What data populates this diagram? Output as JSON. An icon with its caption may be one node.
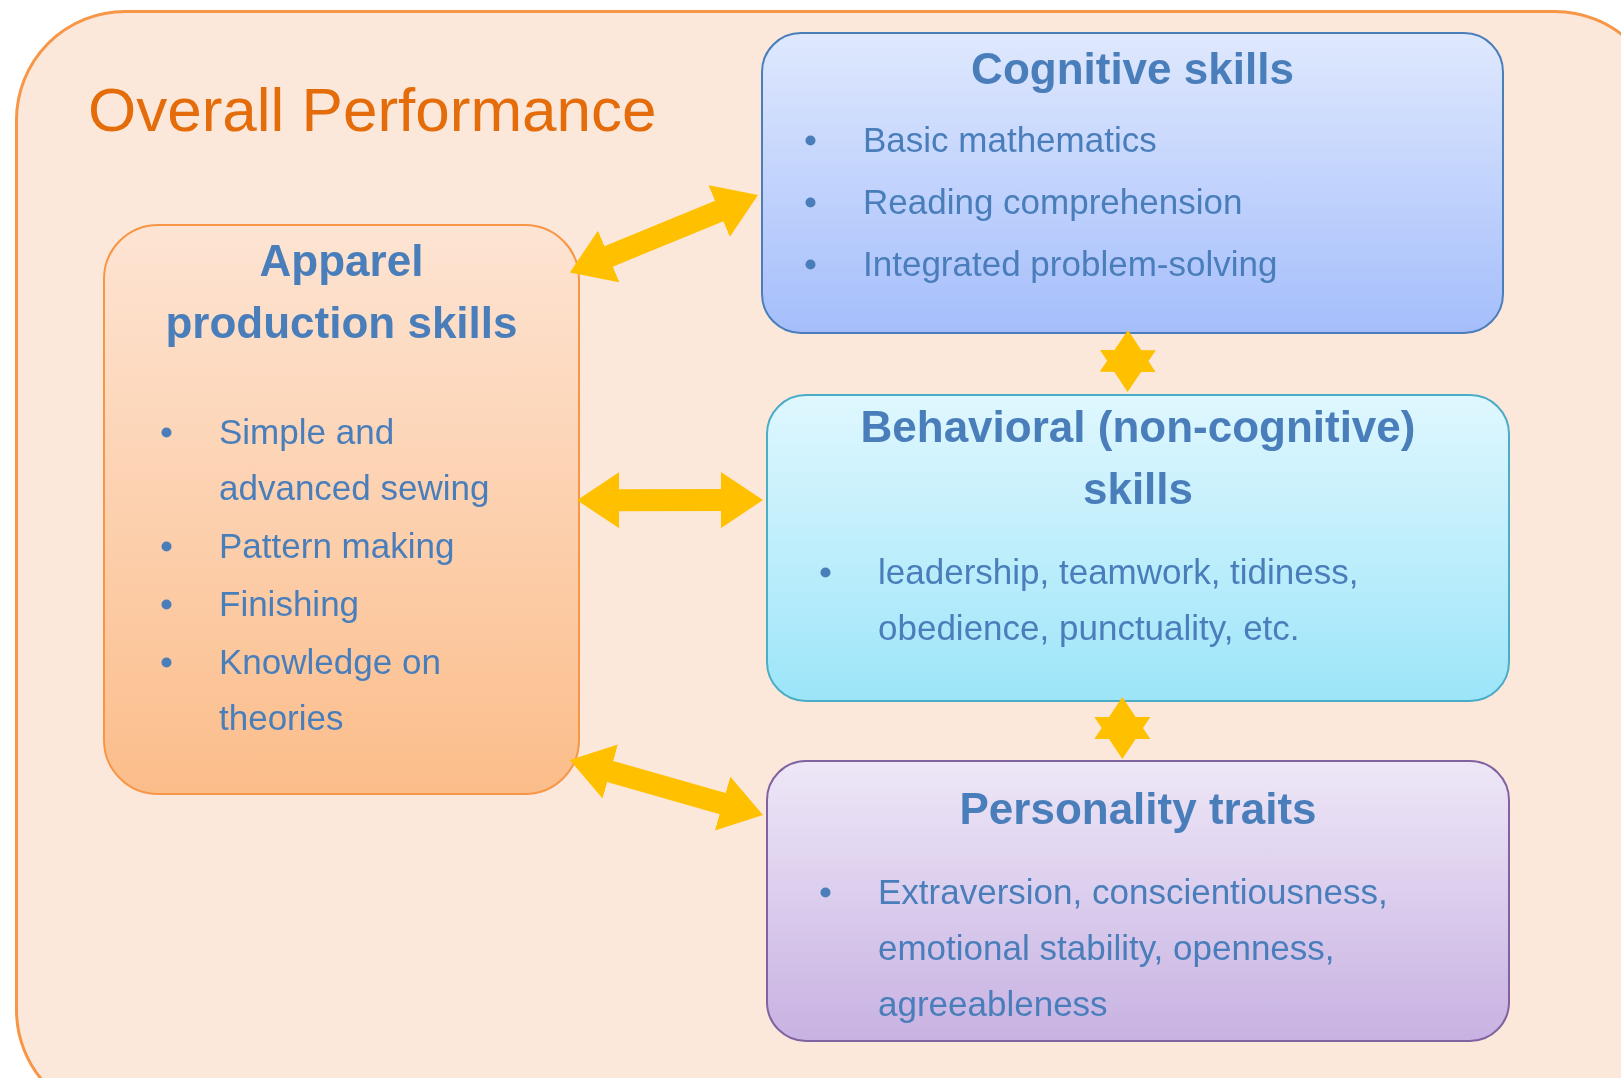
{
  "diagram": {
    "nodes": [
      {
        "text": [
          "Overall Performance"
        ]
      },
      {
        "text": [
          "Cognitive skills",
          "Basic mathematics",
          "Reading comprehension",
          "Integrated problem-solving"
        ],
        "in": 0
      },
      {
        "text": [
          "Apparel production skills",
          "Simple and advanced sewing",
          "Pattern making",
          "Finishing",
          "Knowledge on theories"
        ],
        "in": 0
      },
      {
        "text": [
          "Behavioral (non-cognitive) skills",
          "leadership, teamwork, tidiness, obedience, punctuality, etc."
        ],
        "in": 0
      },
      {
        "text": [
          "Personality traits",
          "Extraversion, conscientiousness, emotional stability, openness, agreeableness"
        ],
        "in": 0
      }
    ],
    "edges": [
      {
        "from": 2,
        "to": 1,
        "arrow": "both"
      },
      {
        "from": 1,
        "to": 3,
        "arrow": "both"
      },
      {
        "from": 2,
        "to": 3,
        "arrow": "both"
      },
      {
        "from": 3,
        "to": 4,
        "arrow": "both"
      },
      {
        "from": 2,
        "to": 4,
        "arrow": "both"
      }
    ]
  }
}
